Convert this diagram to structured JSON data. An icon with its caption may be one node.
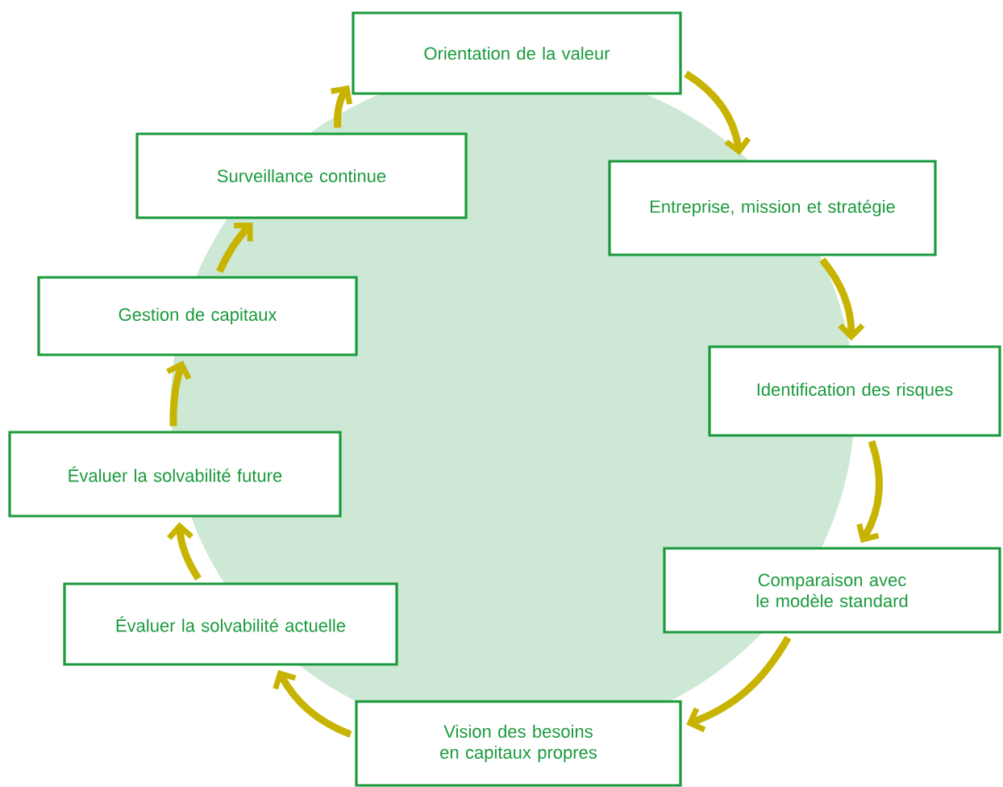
{
  "diagram": {
    "nodes": [
      {
        "text": [
          "Orientation de la valeur"
        ]
      },
      {
        "text": [
          "Entreprise, mission et stratégie"
        ]
      },
      {
        "text": [
          "Identification des risques"
        ]
      },
      {
        "text": [
          "Comparaison avec le modèle standard"
        ]
      },
      {
        "text": [
          "Vision des besoins en capitaux propres"
        ]
      },
      {
        "text": [
          "Évaluer la solvabilité actuelle"
        ]
      },
      {
        "text": [
          "Évaluer la solvabilité future"
        ]
      },
      {
        "text": [
          "Gestion de capitaux"
        ]
      },
      {
        "text": [
          "Surveillance continue"
        ]
      }
    ],
    "edges": [
      {
        "from": 0,
        "to": 1,
        "arrow": "to"
      },
      {
        "from": 1,
        "to": 2,
        "arrow": "to"
      },
      {
        "from": 2,
        "to": 3,
        "arrow": "to"
      },
      {
        "from": 3,
        "to": 4,
        "arrow": "to"
      },
      {
        "from": 4,
        "to": 5,
        "arrow": "to"
      },
      {
        "from": 5,
        "to": 6,
        "arrow": "to"
      },
      {
        "from": 6,
        "to": 7,
        "arrow": "to"
      },
      {
        "from": 7,
        "to": 8,
        "arrow": "to"
      },
      {
        "from": 8,
        "to": 0,
        "arrow": "to"
      }
    ]
  }
}
